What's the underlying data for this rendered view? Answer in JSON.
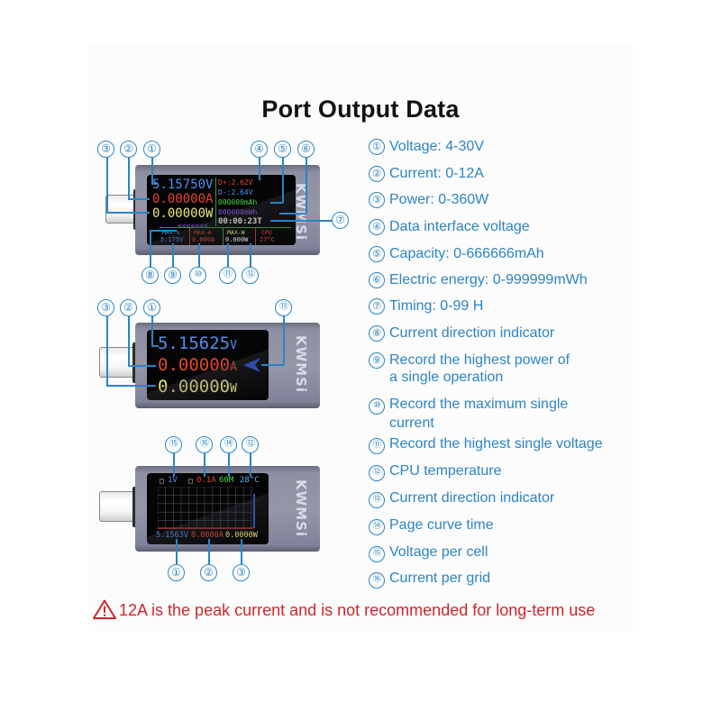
{
  "title": "Port Output Data",
  "brand": "KWMSi",
  "colors": {
    "accent": "#2c84c4",
    "warning": "#d0262b",
    "voltage": "#4f8ff0",
    "current": "#e2452f",
    "power": "#e9e779",
    "capacity": "#48d24a",
    "energy": "#8a5cf0"
  },
  "device1": {
    "voltage": "5.15750V",
    "current": "0.00000A",
    "power": "0.00000W",
    "direction": "<<<<<<<",
    "dplus": "D+:2.62V",
    "dminus": "D-:2.64V",
    "capacity": "000000mAh",
    "energy": "000000mWh",
    "timer": "00:00:23T",
    "max_v_label": "MAX-V",
    "max_v_value": "5.175V",
    "max_a_label": "MAX-A",
    "max_a_value": "0.000A",
    "max_w_label": "MAX-W",
    "max_w_value": "0.000W",
    "cpu_label": "CPU",
    "cpu_value": "27°C",
    "callouts_top": [
      "③",
      "②",
      "①",
      "④",
      "⑤",
      "⑥"
    ],
    "callout_right": "⑦",
    "callouts_bottom": [
      "⑧",
      "⑨",
      "⑩",
      "⑪",
      "⑫"
    ]
  },
  "device2": {
    "voltage": "5.15625",
    "voltage_unit": "V",
    "current": "0.00000",
    "current_unit": "A",
    "power": "0.00000",
    "power_unit": "W",
    "callouts_top": [
      "③",
      "②",
      "①",
      "⑬"
    ]
  },
  "device3": {
    "volt_per_cell": "1V",
    "current_per_grid": "0.1A",
    "page_time": "60M",
    "temperature": "28°C",
    "voltage": "5.1563V",
    "current": "0.0000A",
    "power": "0.0000W",
    "callouts_top": [
      "⑮",
      "⑯",
      "⑭",
      "⑫"
    ],
    "callouts_bottom": [
      "①",
      "②",
      "③"
    ]
  },
  "features": [
    {
      "num": "①",
      "text": "Voltage: 4-30V"
    },
    {
      "num": "②",
      "text": "Current: 0-12A"
    },
    {
      "num": "③",
      "text": "Power: 0-360W"
    },
    {
      "num": "④",
      "text": "Data interface voltage"
    },
    {
      "num": "⑤",
      "text": "Capacity: 0-666666mAh"
    },
    {
      "num": "⑥",
      "text": "Electric energy: 0-999999mWh"
    },
    {
      "num": "⑦",
      "text": "Timing: 0-99 H"
    },
    {
      "num": "⑧",
      "text": "Current direction indicator"
    },
    {
      "num": "⑨",
      "text": "Record the highest power of",
      "cont": "a single operation"
    },
    {
      "num": "⑩",
      "text": "Record the maximum single",
      "cont": "current"
    },
    {
      "num": "⑪",
      "text": "Record the highest single voltage"
    },
    {
      "num": "⑫",
      "text": "CPU temperature"
    },
    {
      "num": "⑬",
      "text": "Current direction indicator"
    },
    {
      "num": "⑭",
      "text": "Page curve time"
    },
    {
      "num": "⑮",
      "text": "Voltage per cell"
    },
    {
      "num": "⑯",
      "text": "Current per grid"
    }
  ],
  "warning": {
    "icon": "warning-triangle-icon",
    "text": "12A is the peak current and is not recommended for long-term use"
  }
}
